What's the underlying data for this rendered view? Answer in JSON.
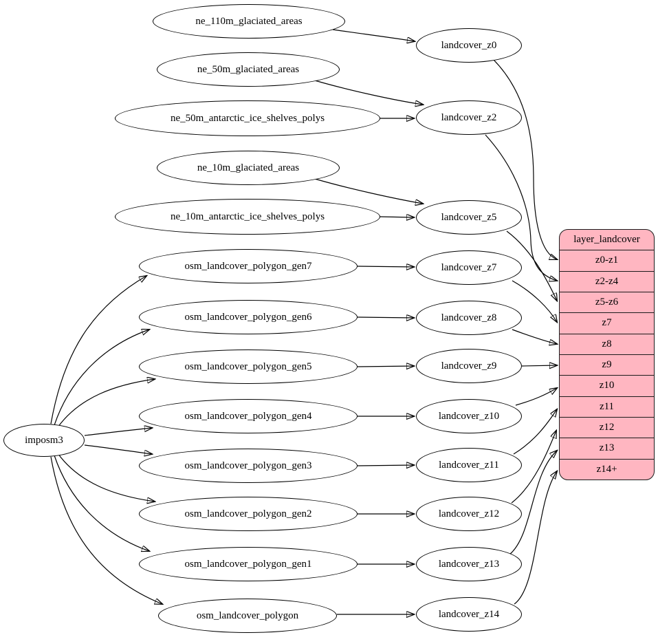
{
  "colors": {
    "background": "#ffffff",
    "node_fill": "#ffffff",
    "node_stroke": "#000000",
    "edge_color": "#000000",
    "table_fill": "#ffb6c1"
  },
  "nodes": {
    "imposm3": "imposm3",
    "sources": [
      "ne_110m_glaciated_areas",
      "ne_50m_glaciated_areas",
      "ne_50m_antarctic_ice_shelves_polys",
      "ne_10m_glaciated_areas",
      "ne_10m_antarctic_ice_shelves_polys",
      "osm_landcover_polygon_gen7",
      "osm_landcover_polygon_gen6",
      "osm_landcover_polygon_gen5",
      "osm_landcover_polygon_gen4",
      "osm_landcover_polygon_gen3",
      "osm_landcover_polygon_gen2",
      "osm_landcover_polygon_gen1",
      "osm_landcover_polygon"
    ],
    "landcover": [
      "landcover_z0",
      "landcover_z2",
      "landcover_z5",
      "landcover_z7",
      "landcover_z8",
      "landcover_z9",
      "landcover_z10",
      "landcover_z11",
      "landcover_z12",
      "landcover_z13",
      "landcover_z14"
    ],
    "table": {
      "title": "layer_landcover",
      "rows": [
        "z0-z1",
        "z2-z4",
        "z5-z6",
        "z7",
        "z8",
        "z9",
        "z10",
        "z11",
        "z12",
        "z13",
        "z14+"
      ]
    }
  },
  "edges": [
    {
      "from": "imposm3",
      "to": "osm_landcover_polygon_gen7"
    },
    {
      "from": "imposm3",
      "to": "osm_landcover_polygon_gen6"
    },
    {
      "from": "imposm3",
      "to": "osm_landcover_polygon_gen5"
    },
    {
      "from": "imposm3",
      "to": "osm_landcover_polygon_gen4"
    },
    {
      "from": "imposm3",
      "to": "osm_landcover_polygon_gen3"
    },
    {
      "from": "imposm3",
      "to": "osm_landcover_polygon_gen2"
    },
    {
      "from": "imposm3",
      "to": "osm_landcover_polygon_gen1"
    },
    {
      "from": "imposm3",
      "to": "osm_landcover_polygon"
    },
    {
      "from": "ne_110m_glaciated_areas",
      "to": "landcover_z0"
    },
    {
      "from": "ne_50m_glaciated_areas",
      "to": "landcover_z2"
    },
    {
      "from": "ne_50m_antarctic_ice_shelves_polys",
      "to": "landcover_z2"
    },
    {
      "from": "ne_10m_glaciated_areas",
      "to": "landcover_z5"
    },
    {
      "from": "ne_10m_antarctic_ice_shelves_polys",
      "to": "landcover_z5"
    },
    {
      "from": "osm_landcover_polygon_gen7",
      "to": "landcover_z7"
    },
    {
      "from": "osm_landcover_polygon_gen6",
      "to": "landcover_z8"
    },
    {
      "from": "osm_landcover_polygon_gen5",
      "to": "landcover_z9"
    },
    {
      "from": "osm_landcover_polygon_gen4",
      "to": "landcover_z10"
    },
    {
      "from": "osm_landcover_polygon_gen3",
      "to": "landcover_z11"
    },
    {
      "from": "osm_landcover_polygon_gen2",
      "to": "landcover_z12"
    },
    {
      "from": "osm_landcover_polygon_gen1",
      "to": "landcover_z13"
    },
    {
      "from": "osm_landcover_polygon",
      "to": "landcover_z14"
    },
    {
      "from": "landcover_z0",
      "to": "layer_landcover:z0-z1"
    },
    {
      "from": "landcover_z2",
      "to": "layer_landcover:z2-z4"
    },
    {
      "from": "landcover_z5",
      "to": "layer_landcover:z5-z6"
    },
    {
      "from": "landcover_z7",
      "to": "layer_landcover:z7"
    },
    {
      "from": "landcover_z8",
      "to": "layer_landcover:z8"
    },
    {
      "from": "landcover_z9",
      "to": "layer_landcover:z9"
    },
    {
      "from": "landcover_z10",
      "to": "layer_landcover:z10"
    },
    {
      "from": "landcover_z11",
      "to": "layer_landcover:z11"
    },
    {
      "from": "landcover_z12",
      "to": "layer_landcover:z12"
    },
    {
      "from": "landcover_z13",
      "to": "layer_landcover:z13"
    },
    {
      "from": "landcover_z14",
      "to": "layer_landcover:z14+"
    }
  ]
}
